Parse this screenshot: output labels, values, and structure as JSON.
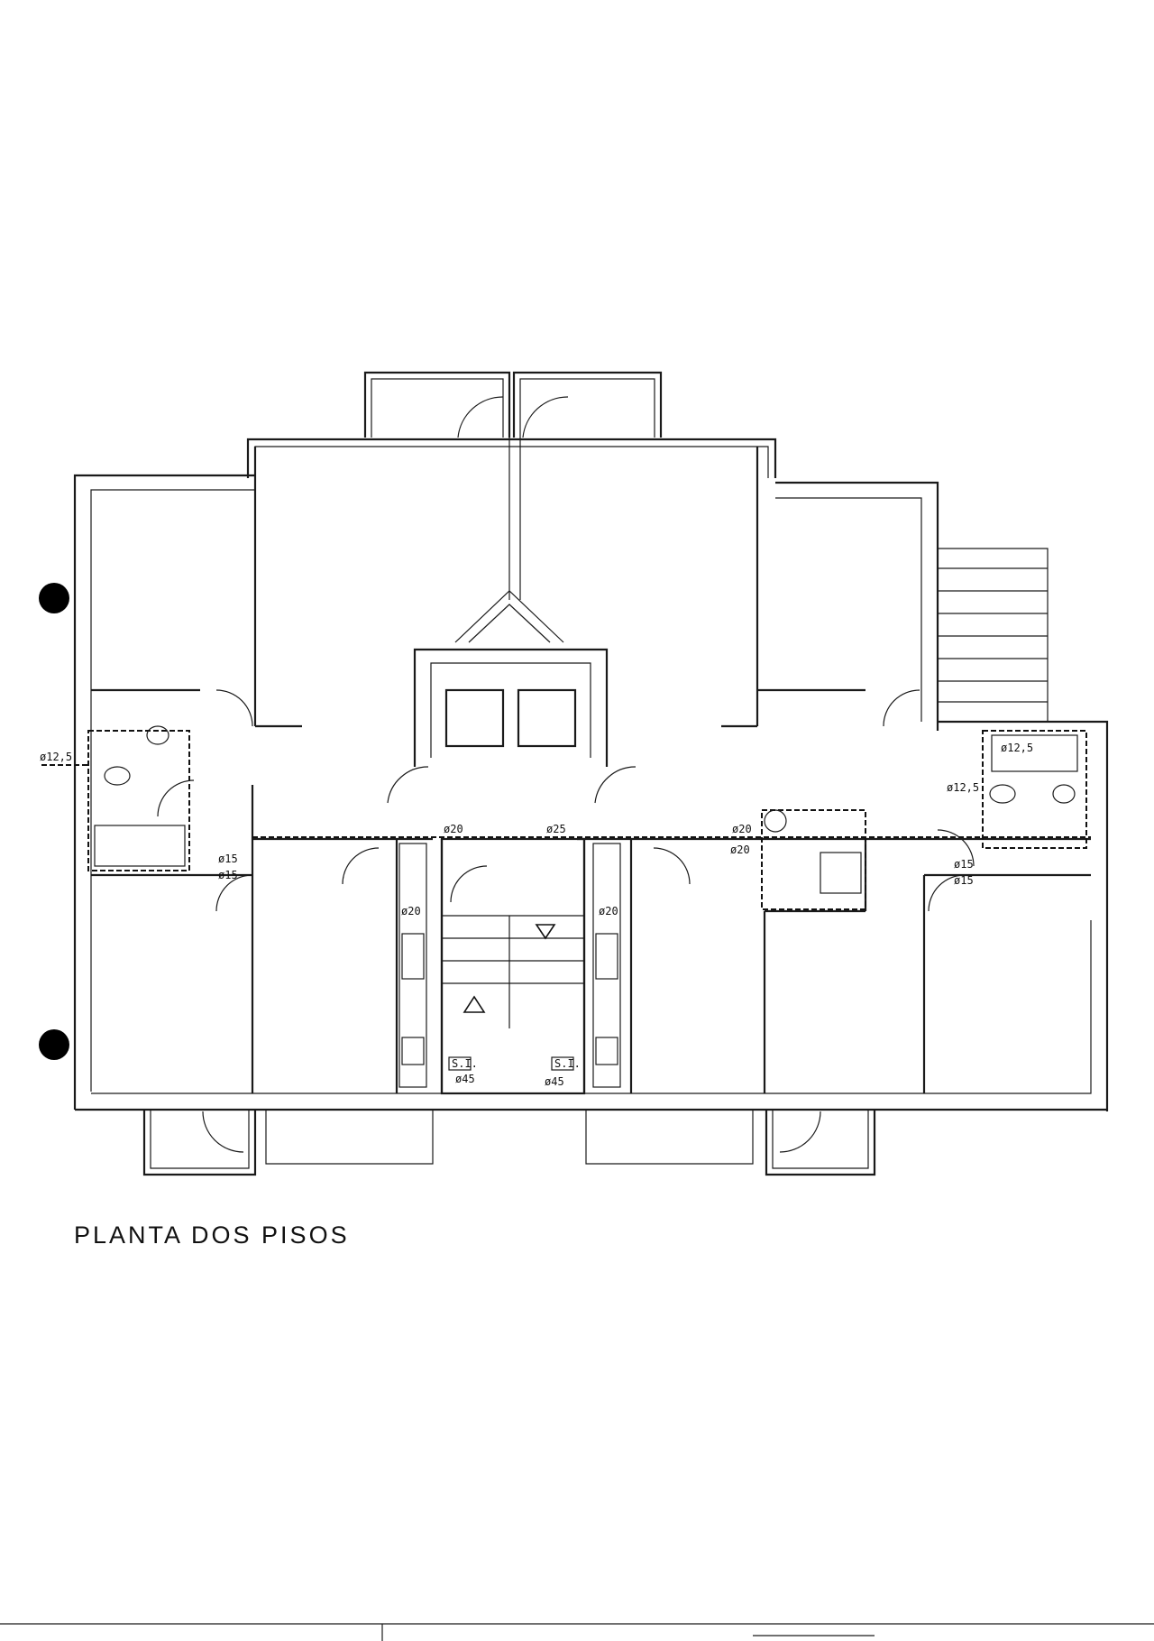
{
  "drawing": {
    "title": "PLANTA DOS PISOS",
    "pipe_labels": [
      "ø12,5",
      "ø20",
      "ø25",
      "ø20",
      "ø20",
      "ø20",
      "ø20",
      "ø15",
      "ø15",
      "ø12,5",
      "ø15",
      "ø15",
      "ø45",
      "ø45",
      "ø12,5"
    ],
    "si_labels": [
      "S.I.",
      "S.I."
    ]
  }
}
